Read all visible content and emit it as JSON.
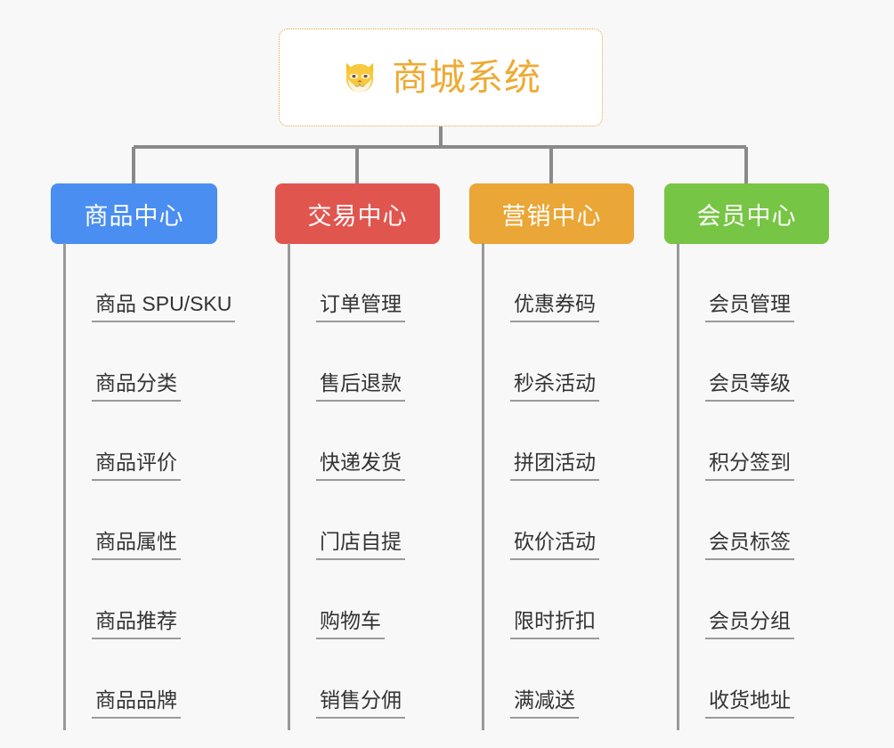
{
  "root": {
    "title": "商城系统",
    "icon": "shiba-dog-face-icon",
    "title_color": "#eeaa33",
    "border_color": "#e8a33d",
    "background": "#ffffff"
  },
  "canvas": {
    "background": "#f8f8f8",
    "connector_color": "#8a8a8a"
  },
  "branches": [
    {
      "label": "商品中心",
      "color": "#4a8ef1",
      "leaves": [
        "商品 SPU/SKU",
        "商品分类",
        "商品评价",
        "商品属性",
        "商品推荐",
        "商品品牌"
      ]
    },
    {
      "label": "交易中心",
      "color": "#e0564f",
      "leaves": [
        "订单管理",
        "售后退款",
        "快递发货",
        "门店自提",
        "购物车",
        "销售分佣"
      ]
    },
    {
      "label": "营销中心",
      "color": "#eaa636",
      "leaves": [
        "优惠券码",
        "秒杀活动",
        "拼团活动",
        "砍价活动",
        "限时折扣",
        "满减送"
      ]
    },
    {
      "label": "会员中心",
      "color": "#77c544",
      "leaves": [
        "会员管理",
        "会员等级",
        "积分签到",
        "会员标签",
        "会员分组",
        "收货地址"
      ]
    }
  ]
}
